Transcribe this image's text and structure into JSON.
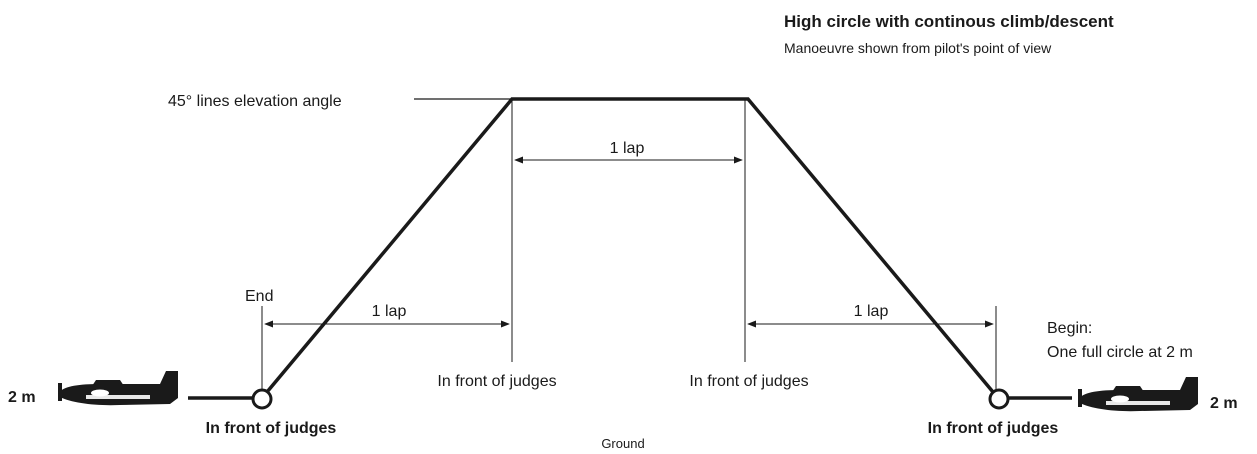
{
  "title": "High circle with continous climb/descent",
  "subtitle": "Manoeuvre shown from pilot's point of view",
  "elevation_label": "45° lines elevation angle",
  "lap_label": "1 lap",
  "judges_label": "In front of judges",
  "end_label": "End",
  "begin_label": "Begin:",
  "begin_note": "One full circle at 2 m",
  "height_label": "2 m",
  "ground_label": "Ground",
  "colors": {
    "line": "#1a1a1a",
    "text": "#1a1a1a"
  }
}
